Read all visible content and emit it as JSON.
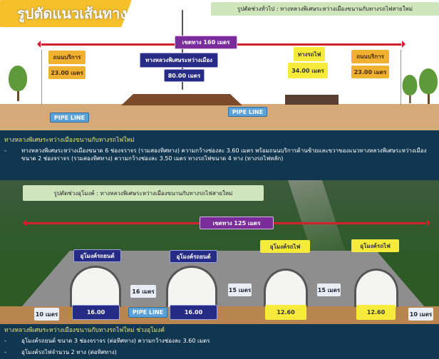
{
  "general": {
    "title": "รูปตัดแนวเส้นทาง",
    "section_label": "รูปตัดช่วงทั่วไป : ทางหลวงพิเศษระหว่างเมืองขนานกับทางรถไฟสายใหม่",
    "right_of_way": "เขตทาง 160 เมตร",
    "left_service_road": {
      "label": "ถนนบริการ",
      "width": "23.00 เมตร"
    },
    "motorway": {
      "label": "ทางหลวงพิเศษระหว่างเมือง",
      "width": "80.00 เมตร"
    },
    "railway": {
      "label": "ทางรถไฟ",
      "width": "34.00 เมตร"
    },
    "right_service_road": {
      "label": "ถนนบริการ",
      "width": "23.00 เมตร"
    },
    "pipe_left": "PIPE LINE",
    "pipe_right": "PIPE LINE"
  },
  "general_notes": {
    "heading": "ทางหลวงพิเศษระหว่างเมืองขนานกับทางรถไฟใหม่",
    "bullet": "-",
    "line1": "ทางหลวงพิเศษระหว่างเมืองขนาด 6 ช่องจราจร (รวมสองทิศทาง) ความกว้างช่องละ 3.60 เมตร พร้อมถนนบริการด้านซ้ายและขวาของแนวทางหลวงพิเศษระหว่างเมือง",
    "line2": "ขนาด 2 ช่องจราจร (รวมสองทิศทาง) ความกว้างช่องละ 3.50 เมตร ทางรถไฟขนาด 4 ทาง (ทางรถไฟหลัก)"
  },
  "tunnel": {
    "section_label": "รูปตัดช่วงอุโมงค์ : ทางหลวงพิเศษระหว่างเมืองขนานกับทางรถไฟสายใหม่",
    "right_of_way": "เขตทาง 125 เมตร",
    "road_tunnel_1": {
      "label": "อุโมงค์รถยนต์",
      "width": "16.00"
    },
    "road_tunnel_2": {
      "label": "อุโมงค์รถยนต์",
      "width": "16.00"
    },
    "rail_tunnel_1": {
      "label": "อุโมงค์รถไฟ",
      "width": "12.60"
    },
    "rail_tunnel_2": {
      "label": "อุโมงค์รถไฟ",
      "width": "12.60"
    },
    "gap_road": "16 เมตร",
    "gap_mid": "15 เมตร",
    "gap_rail": "15 เมตร",
    "edge_left": "10 เมตร",
    "edge_right": "10 เมตร",
    "pipe": "PIPE LINE"
  },
  "tunnel_notes": {
    "heading": "ทางหลวงพิเศษระหว่างเมืองขนานกับทางรถไฟใหม่ ช่วงอุโมงค์",
    "bullet": "-",
    "line1": "อุโมงค์รถยนต์ ขนาด 3 ช่องจราจร (ต่อทิศทาง) ความกว้างช่องละ 3.60 เมตร",
    "line2": "อุโมงค์รถไฟจำนวน 2 ทาง (ต่อทิศทาง)"
  }
}
